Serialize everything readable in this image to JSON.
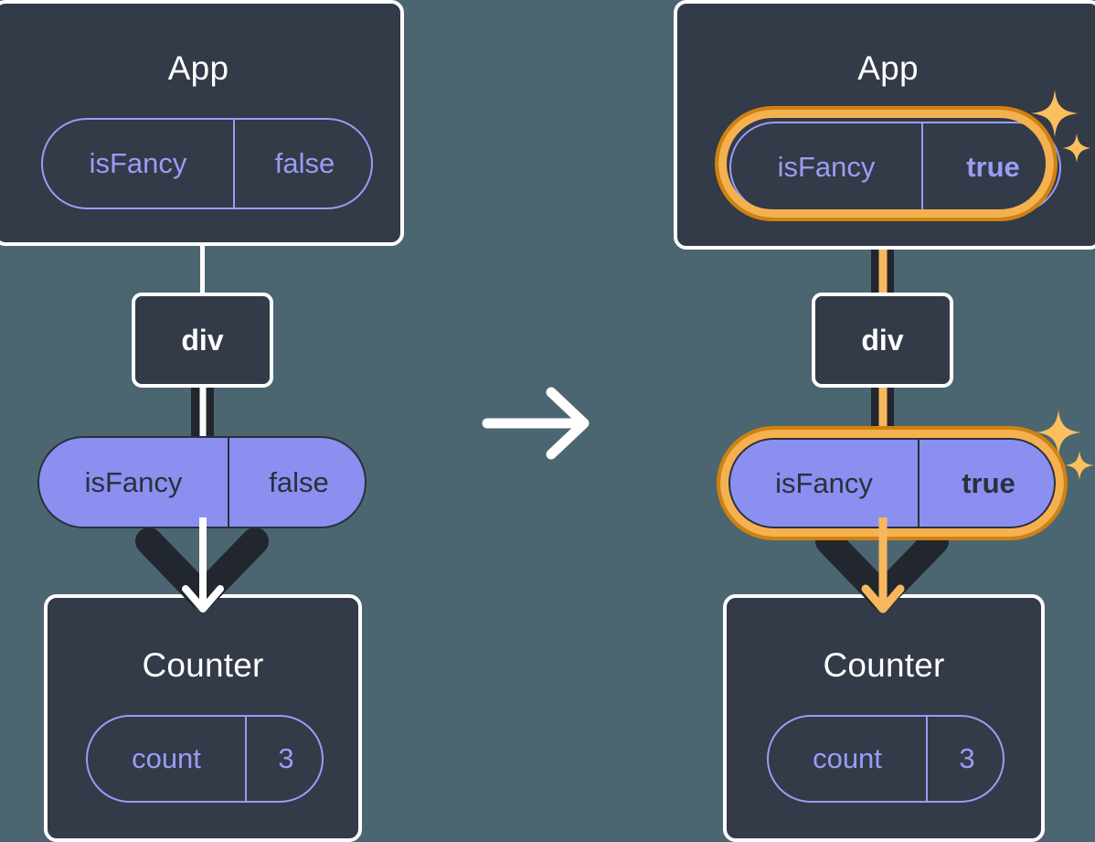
{
  "diagram": {
    "type": "react-state-propagation",
    "title_hidden": true,
    "colors": {
      "background": "#4b6670",
      "box_fill": "#333a48",
      "box_border": "#ffffff",
      "pill_outline": "#9a9cf5",
      "pill_fill": "#8a8ff0",
      "pill_text_dark": "#2b303c",
      "wire_dark": "#22262f",
      "wire_white": "#ffffff",
      "highlight_orange": "#f5b14e",
      "highlight_orange_dark": "#d0820f",
      "wire_orange": "#f8b75c",
      "sparkle": "#fbbf5e"
    },
    "transition_arrow": {
      "icon": "arrow-right-icon",
      "color": "#ffffff"
    },
    "panels": [
      {
        "id": "before",
        "state": "initial",
        "app": {
          "title": "App",
          "state_pill": {
            "key": "isFancy",
            "value": "false",
            "style": "outline",
            "highlighted": false,
            "value_bold": false
          }
        },
        "element": {
          "label": "div"
        },
        "prop_pill": {
          "key": "isFancy",
          "value": "false",
          "style": "filled",
          "highlighted": false,
          "value_bold": false
        },
        "child": {
          "title": "Counter",
          "state_pill": {
            "key": "count",
            "value": "3",
            "style": "outline",
            "highlighted": false,
            "value_bold": false
          }
        },
        "arrow_color": "#ffffff",
        "sparkles": false
      },
      {
        "id": "after",
        "state": "updated",
        "app": {
          "title": "App",
          "state_pill": {
            "key": "isFancy",
            "value": "true",
            "style": "outline",
            "highlighted": true,
            "value_bold": true
          }
        },
        "element": {
          "label": "div"
        },
        "prop_pill": {
          "key": "isFancy",
          "value": "true",
          "style": "filled",
          "highlighted": true,
          "value_bold": true
        },
        "child": {
          "title": "Counter",
          "state_pill": {
            "key": "count",
            "value": "3",
            "style": "outline",
            "highlighted": false,
            "value_bold": false
          }
        },
        "arrow_color": "#f8b75c",
        "sparkles": true
      }
    ]
  }
}
